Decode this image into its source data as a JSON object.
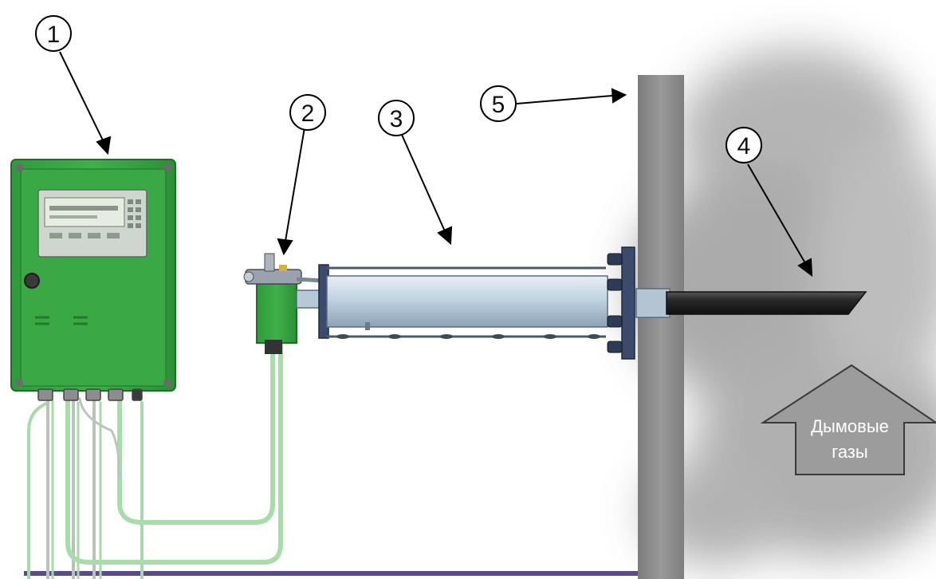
{
  "callouts": [
    {
      "id": "1",
      "label": "1"
    },
    {
      "id": "2",
      "label": "2"
    },
    {
      "id": "3",
      "label": "3"
    },
    {
      "id": "4",
      "label": "4"
    },
    {
      "id": "5",
      "label": "5"
    }
  ],
  "flue_gas_arrow": {
    "line1": "Дымовые",
    "line2": "газы"
  },
  "colors": {
    "analyzer_green": "#37a640",
    "wall_gray": "#8e8e8e",
    "probe_dark": "#2a2a2a",
    "tube_light": "#c9d8e6",
    "smoke_gray": "#9a9a9a",
    "floor_purple": "#5b4b8a"
  }
}
